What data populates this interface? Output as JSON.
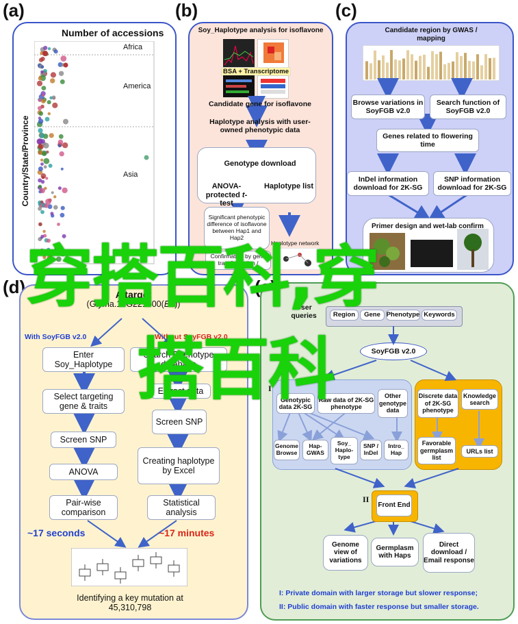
{
  "panel_labels": {
    "a": "(a)",
    "b": "(b)",
    "c": "(c)",
    "d": "(d)",
    "e": "(e)"
  },
  "panel_a": {
    "title": "Number of accessions",
    "y_axis_label": "Country/State/Province",
    "regions": [
      "Africa",
      "America",
      "Asia"
    ]
  },
  "panel_b": {
    "title": "Soy_Haplotype analysis for isoflavone",
    "bsa": "BSA + Transcriptome",
    "candidate": "Candidate gene for isoflavone",
    "haplotype_analysis": "Haplotype analysis with user-owned phenotypic data",
    "genotype_download": "Genotype download",
    "anova": "ANOVA-",
    "ttest_prefix": "protected ",
    "ttest_italic": "t",
    "ttest_suffix": "-test",
    "haplotype_list": "Haplotype list",
    "significant": "Significant phenotypic difference of isoflavone between Hap1 and Hap2",
    "haplotype_network": "Haplotype network",
    "confirmation": "Confirmation by gene transformation /"
  },
  "panel_c": {
    "candidate_region": "Candidate region by GWAS / mapping",
    "browse": "Browse variations in SoyFGB v2.0",
    "search": "Search function of SoyFGB v2.0",
    "genes": "Genes related to flowering time",
    "indel": "InDel information download for 2K-SG",
    "snp": "SNP information download for 2K-SG",
    "primer": "Primer design and wet-lab confirm"
  },
  "panel_d": {
    "target": "A target",
    "gene_prefix": "(Glyma.10G221500(",
    "gene_italic": "E2",
    "gene_suffix": "))",
    "with_soyfgb": "With SoyFGB v2.0",
    "without_soyfgb": "Without SoyFGB v2.0",
    "enter": "Enter Soy_Haplotype",
    "search_db": "Search Phenotype database",
    "select": "Select targeting gene & traits",
    "extract": "Extract data",
    "screen_snp_left": "Screen SNP",
    "screen_snp_right": "Screen SNP",
    "anova": "ANOVA",
    "creating": "Creating haplotype by Excel",
    "pairwise": "Pair-wise comparison",
    "statistical": "Statistical analysis",
    "seconds": "~17 seconds",
    "minutes": "~17 minutes",
    "identifying": "Identifying a key mutation at 45,310,798",
    "colors": {
      "with": "#1f3fd0",
      "without": "#d8261a"
    }
  },
  "panel_e": {
    "user_queries": "User queries",
    "queries": [
      "Region",
      "Gene",
      "Phenotype",
      "Keywords"
    ],
    "soyfgb": "SoyFGB v2.0",
    "roman_1": "I",
    "roman_2": "II",
    "genotypic": "Genotypic data 2K-SG",
    "raw": "Raw data of 2K-SG phenotype",
    "other": "Other genotype data",
    "discrete": "Discrete data of 2K-SG phenotype",
    "knowledge": "Knowledge search",
    "genome_browse": "Genome Browse",
    "hap_gwas": "Hap-GWAS",
    "soy_haplotype": "Soy_ Haplo- type",
    "snp_indel": "SNP / InDel",
    "intro_hap": "Intro_ Hap",
    "favorable": "Favorable germplasm list",
    "urls": "URLs list",
    "front_end": "Front End",
    "genome_view": "Genome view of variations",
    "germplasm": "Germplasm with Haps",
    "direct": "Direct download / Email response",
    "legend_1": "I: Private domain with larger storage but slower response;",
    "legend_2": "II: Public domain with faster response but smaller storage."
  },
  "watermark": {
    "line1": "穿搭百科,穿",
    "line2": "搭百科"
  }
}
